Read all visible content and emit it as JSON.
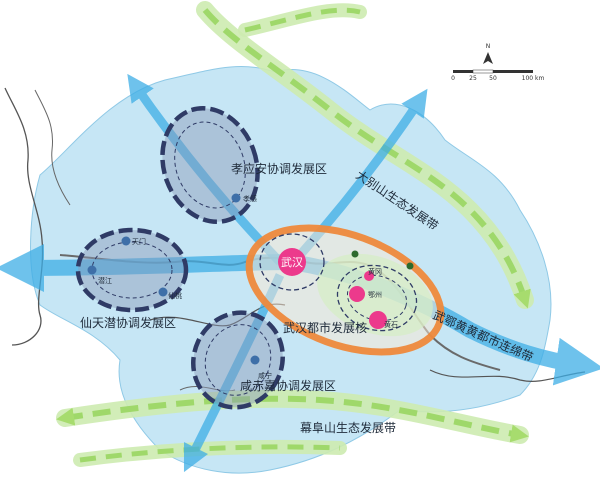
{
  "zones": {
    "xiaoying": "孝应安协调发展区",
    "xiantianqian": "仙天潜协调发展区",
    "xianchi": "咸赤嘉协调发展区",
    "metro": "武汉都市发展核"
  },
  "corridors": {
    "dabie": "大别山生态发展带",
    "mufu": "幕阜山生态发展带",
    "wuehuanghuang": "武鄂黄黄都市连绵带"
  },
  "cities": {
    "wuhan": "武汉",
    "tianmen": "天门",
    "qianjiang": "潜江",
    "xiantao": "仙桃",
    "xiaogan": "孝感",
    "xianning": "咸宁",
    "huanggang": "黄冈",
    "ezhou": "鄂州",
    "huangshi": "黄石"
  },
  "scale_bar": {
    "north": "N",
    "ticks": [
      "0",
      "25",
      "50",
      "100 km"
    ]
  },
  "colors": {
    "region_fill": "#c6e6f5",
    "growth_arrow": "#3eaee6",
    "eco_belt": "#9fd86a",
    "metro_ring": "#f08a3c",
    "zone_ring": "#2f3b66",
    "city_magenta": "#ec3a8c"
  }
}
